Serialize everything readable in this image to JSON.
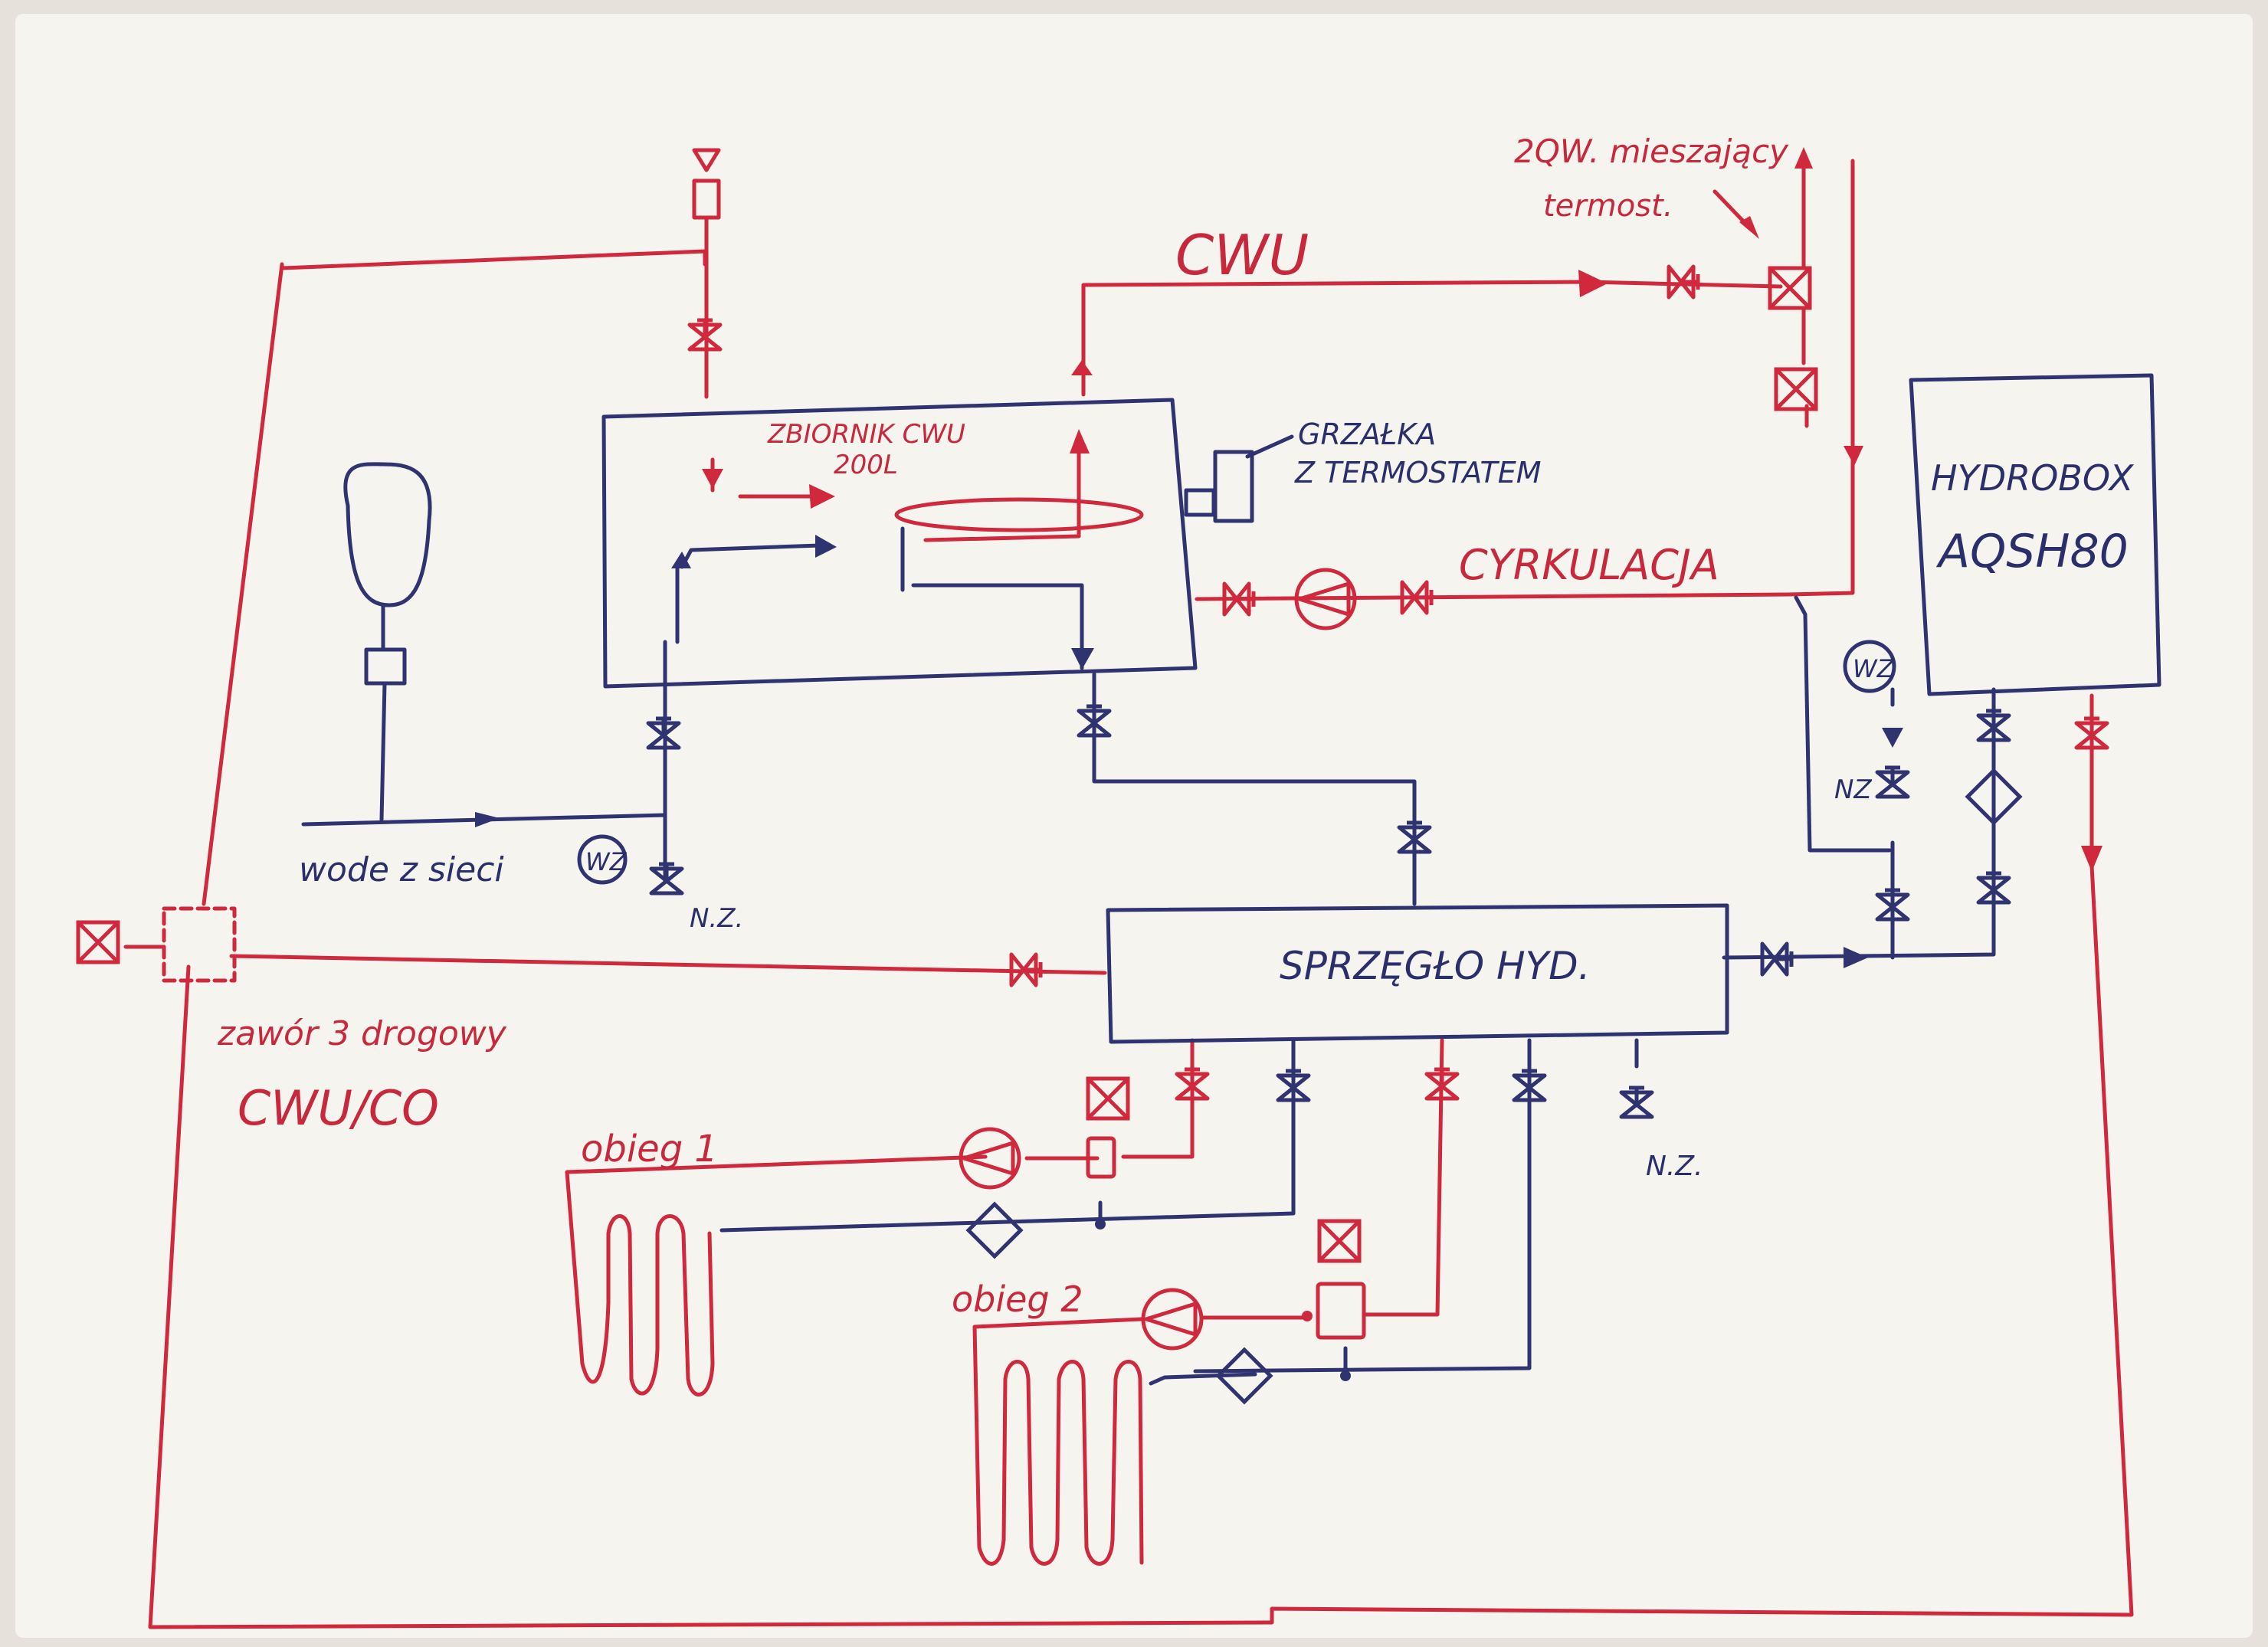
{
  "labels": {
    "mixing_valve_line1": "2QW. mieszający",
    "mixing_valve_line2": "termost.",
    "cwu": "CWU",
    "tank_line1": "ZBIORNIK CWU",
    "tank_line2": "200L",
    "heater_line1": "GRZAŁKA",
    "heater_line2": "Z TERMOSTATEM",
    "hydrobox_line1": "HYDROBOX",
    "hydrobox_line2": "AQSH80",
    "circulation": "CYRKULACJA",
    "wz_right": "WZ",
    "nz_right": "NZ",
    "water_supply": "wode z sieci",
    "wz_left": "WZ",
    "nz_left": "N.Z.",
    "coupler": "SPRZĘGŁO HYD.",
    "three_way_line1": "zawór 3 drogowy",
    "three_way_line2": "CWU/CO",
    "nz_bottom": "N.Z.",
    "circuit1": "obieg 1",
    "circuit2": "obieg 2"
  },
  "colors": {
    "hot": "#d0283c",
    "cold": "#2f336f",
    "paper": "#f6f4ee"
  }
}
